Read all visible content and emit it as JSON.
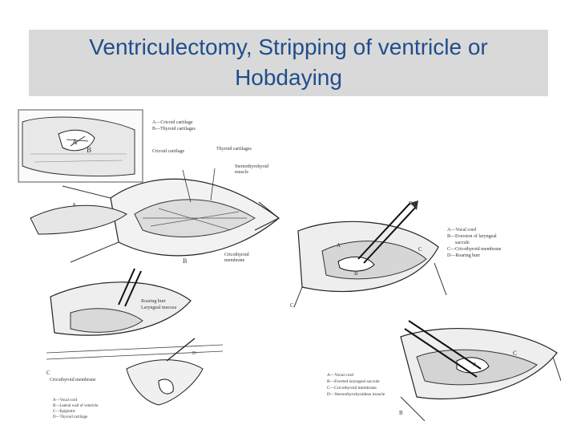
{
  "slide": {
    "title_line1": "Ventriculectomy, Stripping of ventricle or",
    "title_line2": "Hobdaying",
    "colors": {
      "title": "#1f4e8c",
      "title_band": "#d9d9d9"
    }
  },
  "figure_top_left": {
    "letter_a": "A",
    "letter_b": "B",
    "legend": [
      "A—Cricoid cartilage",
      "B—Thyroid cartilages"
    ],
    "label_cricoid": "Cricoid cartilage",
    "label_thyroid": "Thyroid cartilages",
    "label_sternothyrohyoid": "Sternothyrohyoid",
    "label_muscle": "muscle",
    "label_cricothyroid": "Cricothyroid",
    "label_membrane": "membrane",
    "panel_a": "A",
    "panel_b": "B"
  },
  "figure_right": {
    "legend": [
      "A—Vocal cord",
      "B—Eversion of laryngeal",
      "saccule",
      "C—Cricothyroid membrane",
      "D—Roaring burr"
    ],
    "panel": "C",
    "marks": [
      "A",
      "B",
      "C",
      "D"
    ]
  },
  "figure_bottom_left": {
    "label_burr": "Roaring burr",
    "label_laryngeal": "Laryngeal mucosa",
    "label_membrane": "Cricothyroid membrane",
    "legend": [
      "A—Vocal cord",
      "B—Lateral wall of ventricle",
      "C—Epiglottis",
      "D—Thyroid cartilage"
    ],
    "panel": "C",
    "letter_d": "D"
  },
  "figure_bottom_right": {
    "legend": [
      "A—Vocal cord",
      "B—Everted laryngeal saccule",
      "C—Cricothyroid membrane",
      "D—Sternothyrohyoideus muscle"
    ],
    "marks": [
      "C",
      "A"
    ],
    "panel": "B"
  }
}
